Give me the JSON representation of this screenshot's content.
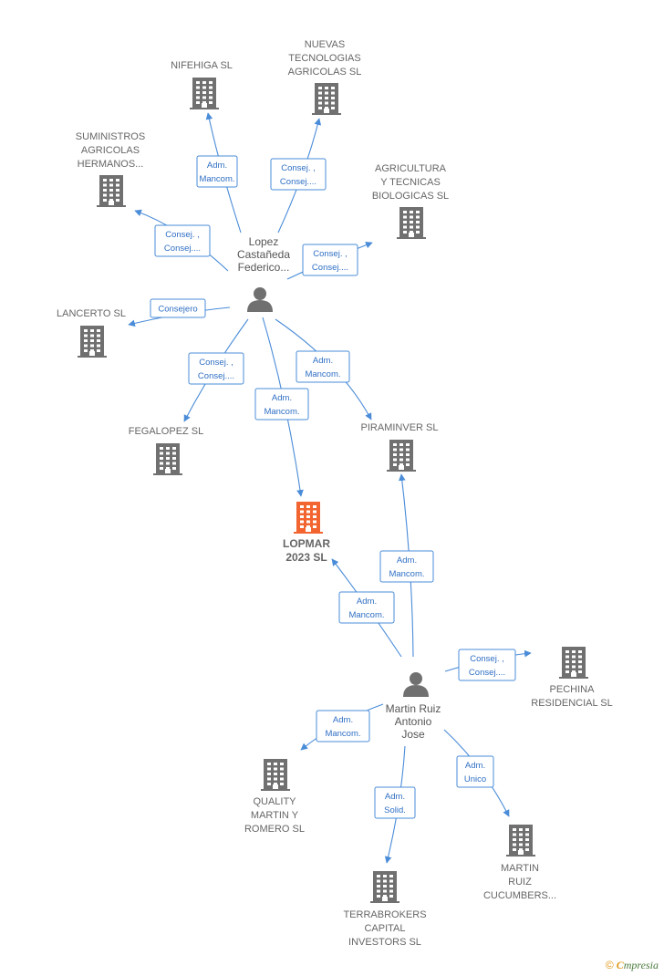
{
  "colors": {
    "edge": "#4a8cd8",
    "building": "#707070",
    "focus_building": "#f26430",
    "person": "#707070",
    "role_text": "#2f6fc4"
  },
  "nodes": [
    {
      "id": "nifehiga",
      "kind": "company",
      "icon": "building-icon",
      "lines": [
        "NIFEHIGA  SL"
      ]
    },
    {
      "id": "nuevas",
      "kind": "company",
      "icon": "building-icon",
      "lines": [
        "NUEVAS",
        "TECNOLOGIAS",
        "AGRICOLAS SL"
      ]
    },
    {
      "id": "suministros",
      "kind": "company",
      "icon": "building-icon",
      "lines": [
        "SUMINISTROS",
        "AGRICOLAS",
        "HERMANOS..."
      ]
    },
    {
      "id": "agricultura",
      "kind": "company",
      "icon": "building-icon",
      "lines": [
        "AGRICULTURA",
        "Y TECNICAS",
        "BIOLOGICAS SL"
      ]
    },
    {
      "id": "lancerto",
      "kind": "company",
      "icon": "building-icon",
      "lines": [
        "LANCERTO  SL"
      ]
    },
    {
      "id": "fegalopez",
      "kind": "company",
      "icon": "building-icon",
      "lines": [
        "FEGALOPEZ SL"
      ]
    },
    {
      "id": "piraminver",
      "kind": "company",
      "icon": "building-icon",
      "lines": [
        "PIRAMINVER SL"
      ]
    },
    {
      "id": "lopmar",
      "kind": "focus",
      "icon": "building-icon",
      "lines": [
        "LOPMAR",
        "2023  SL"
      ]
    },
    {
      "id": "pechina",
      "kind": "company",
      "icon": "building-icon",
      "lines": [
        "PECHINA",
        "RESIDENCIAL SL"
      ]
    },
    {
      "id": "quality",
      "kind": "company",
      "icon": "building-icon",
      "lines": [
        "QUALITY",
        "MARTIN Y",
        "ROMERO  SL"
      ]
    },
    {
      "id": "terrabrokers",
      "kind": "company",
      "icon": "building-icon",
      "lines": [
        "TERRABROKERS",
        "CAPITAL",
        "INVESTORS  SL"
      ]
    },
    {
      "id": "martin_ruiz_cucumbers",
      "kind": "company",
      "icon": "building-icon",
      "lines": [
        "MARTIN",
        "RUIZ",
        "CUCUMBERS..."
      ]
    },
    {
      "id": "lopez",
      "kind": "person",
      "icon": "person-icon",
      "lines": [
        "Lopez",
        "Castañeda",
        "Federico..."
      ]
    },
    {
      "id": "martin",
      "kind": "person",
      "icon": "person-icon",
      "lines": [
        "Martin Ruiz",
        "Antonio",
        "Jose"
      ]
    }
  ],
  "edges": [
    {
      "from": "lopez",
      "to": "nifehiga",
      "role": [
        "Adm.",
        "Mancom."
      ]
    },
    {
      "from": "lopez",
      "to": "nuevas",
      "role": [
        "Consej. ,",
        "Consej...."
      ]
    },
    {
      "from": "lopez",
      "to": "suministros",
      "role": [
        "Consej. ,",
        "Consej...."
      ]
    },
    {
      "from": "lopez",
      "to": "agricultura",
      "role": [
        "Consej. ,",
        "Consej...."
      ]
    },
    {
      "from": "lopez",
      "to": "lancerto",
      "role": [
        "Consejero"
      ]
    },
    {
      "from": "lopez",
      "to": "fegalopez",
      "role": [
        "Consej. ,",
        "Consej...."
      ]
    },
    {
      "from": "lopez",
      "to": "lopmar",
      "role": [
        "Adm.",
        "Mancom."
      ]
    },
    {
      "from": "lopez",
      "to": "piraminver",
      "role": [
        "Adm.",
        "Mancom."
      ]
    },
    {
      "from": "martin",
      "to": "lopmar",
      "role": [
        "Adm.",
        "Mancom."
      ]
    },
    {
      "from": "martin",
      "to": "piraminver",
      "role": [
        "Adm.",
        "Mancom."
      ]
    },
    {
      "from": "martin",
      "to": "pechina",
      "role": [
        "Consej. ,",
        "Consej...."
      ]
    },
    {
      "from": "martin",
      "to": "quality",
      "role": [
        "Adm.",
        "Mancom."
      ]
    },
    {
      "from": "martin",
      "to": "terrabrokers",
      "role": [
        "Adm.",
        "Solid."
      ]
    },
    {
      "from": "martin",
      "to": "martin_ruiz_cucumbers",
      "role": [
        "Adm.",
        "Unico"
      ]
    }
  ],
  "footer": {
    "copyright": "©",
    "brand_first": "C",
    "brand_rest": "mpresia"
  }
}
